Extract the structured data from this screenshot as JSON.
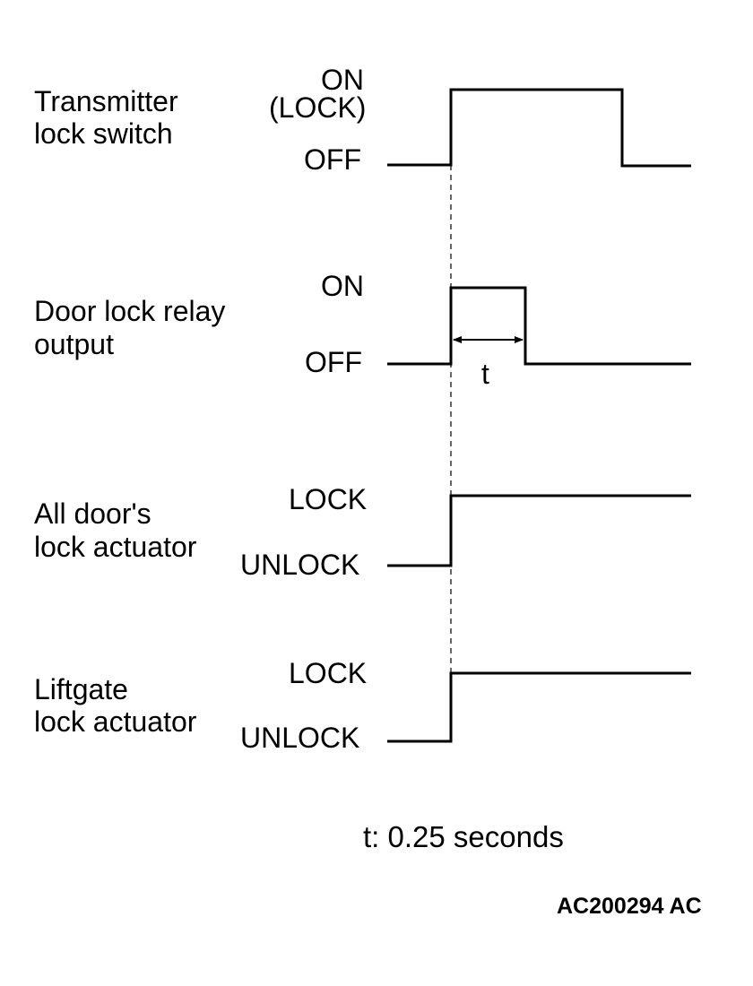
{
  "signals": [
    {
      "name_line1": "Transmitter",
      "name_line2": "lock switch",
      "high_label": "ON",
      "high_label_2": "(LOCK)",
      "low_label": "OFF"
    },
    {
      "name_line1": "Door lock relay",
      "name_line2": "output",
      "high_label": "ON",
      "low_label": "OFF"
    },
    {
      "name_line1": "All door's",
      "name_line2": "lock actuator",
      "high_label": "LOCK",
      "low_label": "UNLOCK"
    },
    {
      "name_line1": "Liftgate",
      "name_line2": "lock actuator",
      "high_label": "LOCK",
      "low_label": "UNLOCK"
    }
  ],
  "pulse_marker": "t",
  "note": "t: 0.25 seconds",
  "figure_code": "AC200294 AC"
}
